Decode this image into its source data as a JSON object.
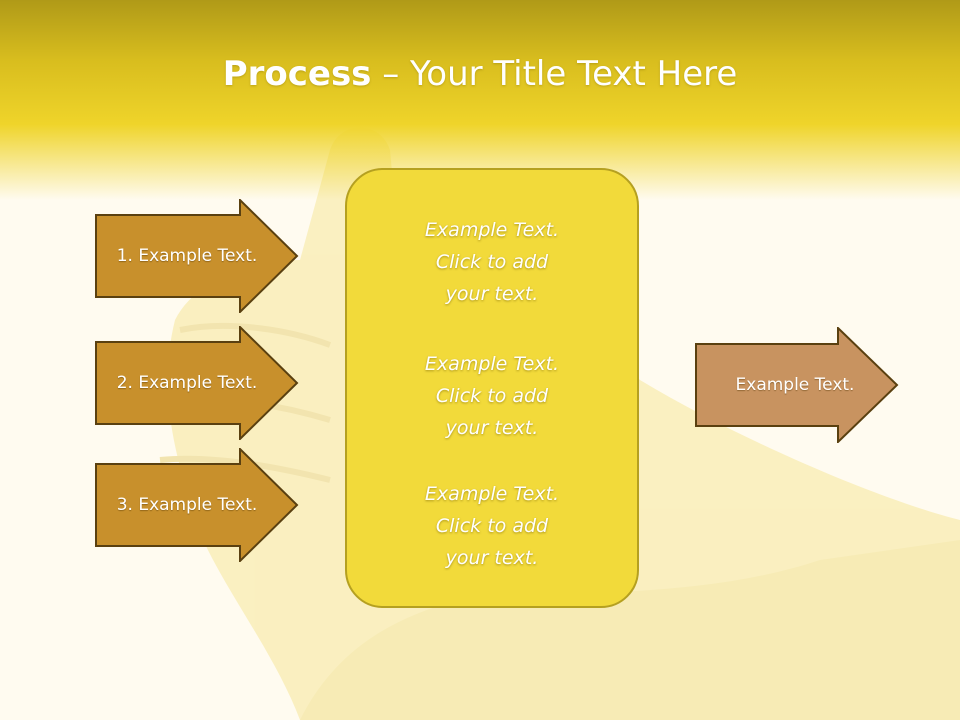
{
  "title": {
    "bold": "Process",
    "rest": " – Your Title Text Here"
  },
  "left_arrows": [
    {
      "label": "1. Example Text."
    },
    {
      "label": "2. Example Text."
    },
    {
      "label": "3. Example Text."
    }
  ],
  "center_box": {
    "blocks": [
      {
        "line1": "Example Text.",
        "line2": "Click  to add",
        "line3": "your text."
      },
      {
        "line1": "Example Text.",
        "line2": "Click  to add",
        "line3": "your text."
      },
      {
        "line1": "Example Text.",
        "line2": "Click  to add",
        "line3": "your text."
      }
    ]
  },
  "right_arrow": {
    "label": "Example Text."
  },
  "colors": {
    "header_yellow": "#efd42a",
    "left_arrow_fill": "#c8902c",
    "left_arrow_border": "#5a4010",
    "center_fill": "#f2da3a",
    "right_arrow_fill": "#c89360"
  }
}
